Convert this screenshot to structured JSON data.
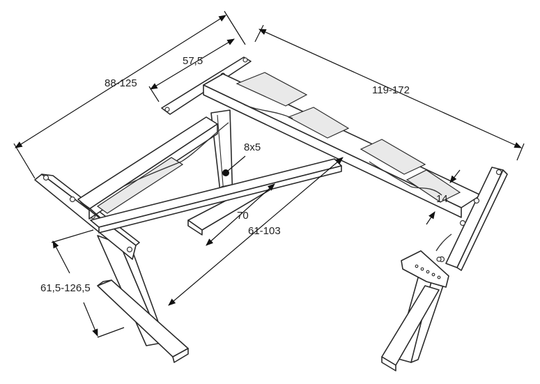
{
  "dimensions": {
    "left_depth": "88-125",
    "top_arm": "57,5",
    "right_width": "119-172",
    "leg_size": "8x5",
    "foot_width": "70",
    "center_span": "61-103",
    "beam_height": "14",
    "height_range": "61,5-126,5"
  }
}
